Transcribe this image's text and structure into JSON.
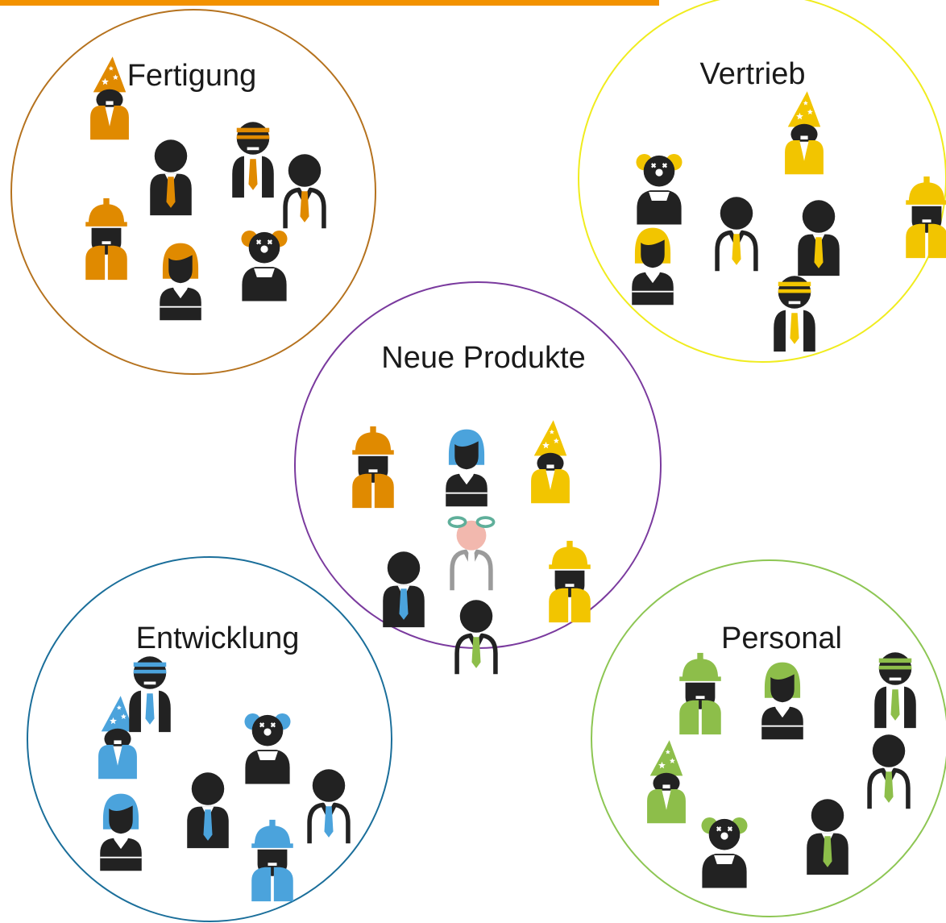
{
  "accent_bar_color": "#F39200",
  "palette": {
    "dark": "#222222",
    "white": "#ffffff",
    "orange": "#E08A00",
    "yellow": "#F2C500",
    "blue": "#4BA3DC",
    "green": "#8DBE4A",
    "pink": "#F2B8AE",
    "gray": "#9B9B9B",
    "teal": "#5FAF9A"
  },
  "groups": [
    {
      "id": "fertigung",
      "title": "Fertigung",
      "ring_color": "#B5721E",
      "people": [
        {
          "type": "wizard",
          "color": "orange"
        },
        {
          "type": "suit-solid",
          "color": "orange"
        },
        {
          "type": "suit-headband",
          "color": "orange"
        },
        {
          "type": "suit-outline",
          "color": "orange"
        },
        {
          "type": "helmet",
          "color": "orange"
        },
        {
          "type": "woman",
          "color": "orange"
        },
        {
          "type": "clown",
          "color": "orange"
        }
      ]
    },
    {
      "id": "vertrieb",
      "title": "Vertrieb",
      "ring_color": "#F0EC1E",
      "people": [
        {
          "type": "wizard",
          "color": "yellow"
        },
        {
          "type": "clown",
          "color": "yellow"
        },
        {
          "type": "helmet",
          "color": "yellow"
        },
        {
          "type": "suit-outline",
          "color": "yellow"
        },
        {
          "type": "suit-solid",
          "color": "yellow"
        },
        {
          "type": "woman",
          "color": "yellow"
        },
        {
          "type": "suit-headband",
          "color": "yellow"
        }
      ]
    },
    {
      "id": "neue-produkte",
      "title": "Neue Produkte",
      "ring_color": "#7A3A9E",
      "people": [
        {
          "type": "helmet",
          "color": "orange"
        },
        {
          "type": "woman",
          "color": "blue"
        },
        {
          "type": "wizard",
          "color": "yellow"
        },
        {
          "type": "ghost-clown",
          "color": "pink"
        },
        {
          "type": "suit-solid",
          "color": "blue"
        },
        {
          "type": "helmet",
          "color": "yellow"
        },
        {
          "type": "suit-outline",
          "color": "green"
        }
      ]
    },
    {
      "id": "entwicklung",
      "title": "Entwicklung",
      "ring_color": "#1A6E9A",
      "people": [
        {
          "type": "wizard",
          "color": "blue"
        },
        {
          "type": "suit-headband",
          "color": "blue"
        },
        {
          "type": "clown",
          "color": "blue"
        },
        {
          "type": "suit-solid",
          "color": "blue"
        },
        {
          "type": "suit-outline",
          "color": "blue"
        },
        {
          "type": "woman",
          "color": "blue"
        },
        {
          "type": "helmet",
          "color": "blue"
        }
      ]
    },
    {
      "id": "personal",
      "title": "Personal",
      "ring_color": "#8DC653",
      "people": [
        {
          "type": "helmet",
          "color": "green"
        },
        {
          "type": "woman",
          "color": "green"
        },
        {
          "type": "suit-headband",
          "color": "green"
        },
        {
          "type": "wizard",
          "color": "green"
        },
        {
          "type": "suit-outline",
          "color": "green"
        },
        {
          "type": "clown",
          "color": "green"
        },
        {
          "type": "suit-solid",
          "color": "green"
        }
      ]
    }
  ]
}
